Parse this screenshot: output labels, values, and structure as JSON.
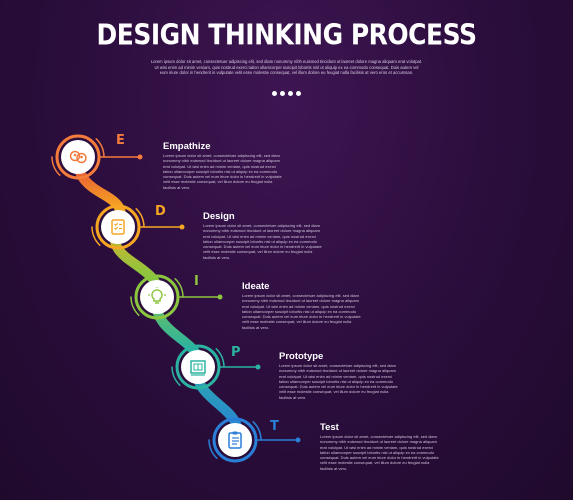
{
  "title": "DESIGN THINKING PROCESS",
  "subtitle": "Lorem ipsum dolor sit amet, consectetuer adipiscing elit, sed diam nonummy nibh euismod tincidunt ut laoreet dolore magna aliquam erat volutpat. Ut wisi enim ad minim veniam, quis nostrud exerci tation ullamcorper suscipit lobortis nisl ut aliquip ex ea commodo consequat. Duis autem vel eum iriure dolor in hendrerit in vulputate velit esse molestie consequat, vel illum dolore eu feugiat nulla facilisis at vero eros et accumsan.",
  "colors": {
    "background": "#2a0d3b",
    "empathize": "#f37b3c",
    "define": "#f6a623",
    "ideate": "#8cc63f",
    "prototype": "#2bb3a1",
    "test": "#2a7fd8"
  },
  "steps": [
    {
      "letter": "E",
      "heading": "Empathize",
      "icon": "people-icon",
      "text": "Lorem ipsum dolor sit amet, consectetuer adipiscing elit, sed diam nonummy nibh euismod tincidunt ut laoreet dolore magna aliquam erat volutpat. Ut wisi enim ad minim veniam, quis nostrud exerci tation ullamcorper suscipit lobortis nisl ut aliquip ex ea commodo consequat. Duis autem vel eum iriure dolor in hendrerit in vulputate velit esse molestie consequat, vel illum dolore eu feugiat nulla facilisis at vero."
    },
    {
      "letter": "D",
      "heading": "Design",
      "icon": "checklist-icon",
      "text": "Lorem ipsum dolor sit amet, consectetuer adipiscing elit, sed diam nonummy nibh euismod tincidunt ut laoreet dolore magna aliquam erat volutpat. Ut wisi enim ad minim veniam, quis nostrud exerci tation ullamcorper suscipit lobortis nisl ut aliquip ex ea commodo consequat. Duis autem vel eum iriure dolor in hendrerit in vulputate velit esse molestie consequat, vel illum dolore eu feugiat nulla facilisis at vero."
    },
    {
      "letter": "I",
      "heading": "Ideate",
      "icon": "lightbulb-icon",
      "text": "Lorem ipsum dolor sit amet, consectetuer adipiscing elit, sed diam nonummy nibh euismod tincidunt ut laoreet dolore magna aliquam erat volutpat. Ut wisi enim ad minim veniam, quis nostrud exerci tation ullamcorper suscipit lobortis nisl ut aliquip ex ea commodo consequat. Duis autem vel eum iriure dolor in hendrerit in vulputate velit esse molestie consequat, vel illum dolore eu feugiat nulla facilisis at vero."
    },
    {
      "letter": "P",
      "heading": "Prototype",
      "icon": "blueprint-icon",
      "text": "Lorem ipsum dolor sit amet, consectetuer adipiscing elit, sed diam nonummy nibh euismod tincidunt ut laoreet dolore magna aliquam erat volutpat. Ut wisi enim ad minim veniam, quis nostrud exerci tation ullamcorper suscipit lobortis nisl ut aliquip ex ea commodo consequat. Duis autem vel eum iriure dolor in hendrerit in vulputate velit esse molestie consequat, vel illum dolore eu feugiat nulla facilisis at vero."
    },
    {
      "letter": "T",
      "heading": "Test",
      "icon": "clipboard-icon",
      "text": "Lorem ipsum dolor sit amet, consectetuer adipiscing elit, sed diam nonummy nibh euismod tincidunt ut laoreet dolore magna aliquam erat volutpat. Ut wisi enim ad minim veniam, quis nostrud exerci tation ullamcorper suscipit lobortis nisl ut aliquip ex ea commodo consequat. Duis autem vel eum iriure dolor in hendrerit in vulputate velit esse molestie consequat, vel illum dolore eu feugiat nulla facilisis at vero."
    }
  ]
}
